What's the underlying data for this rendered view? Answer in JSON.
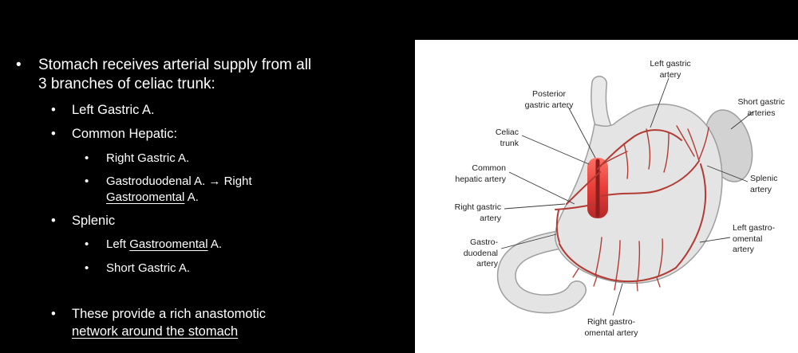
{
  "slide": {
    "bullet_main": "Stomach receives arterial supply from all 3 branches of celiac trunk:",
    "left_gastric": "Left Gastric A.",
    "common_hepatic": "Common Hepatic:",
    "right_gastric": "Right Gastric A.",
    "gastroduodenal_pre": "Gastroduodenal A. → Right ",
    "gastroduodenal_u": "Gastroomental",
    "gastroduodenal_post": " A.",
    "splenic": "Splenic",
    "left_go_pre": "Left ",
    "left_go_u": "Gastroomental",
    "left_go_post": " A.",
    "short_gastric": "Short Gastric A.",
    "closing_pre": "These provide a rich anastomotic ",
    "closing_u": "network around the stomach"
  },
  "diagram": {
    "labels": {
      "left_gastric": "Left gastric\nartery",
      "posterior_gastric": "Posterior\ngastric artery",
      "short_gastric": "Short gastric\narteries",
      "celiac_trunk": "Celiac\ntrunk",
      "common_hepatic": "Common\nhepatic artery",
      "splenic": "Splenic\nartery",
      "right_gastric": "Right gastric\nartery",
      "left_gastroomental": "Left gastro-\nomental\nartery",
      "gastroduodenal": "Gastro-\nduodenal\nartery",
      "right_gastroomental": "Right gastro-\nomental artery"
    }
  },
  "colors": {
    "slide_bg": "#000000",
    "panel_bg": "#ffffff",
    "artery_red": "#b23b33",
    "celiac_highlight": "#e8352e"
  }
}
